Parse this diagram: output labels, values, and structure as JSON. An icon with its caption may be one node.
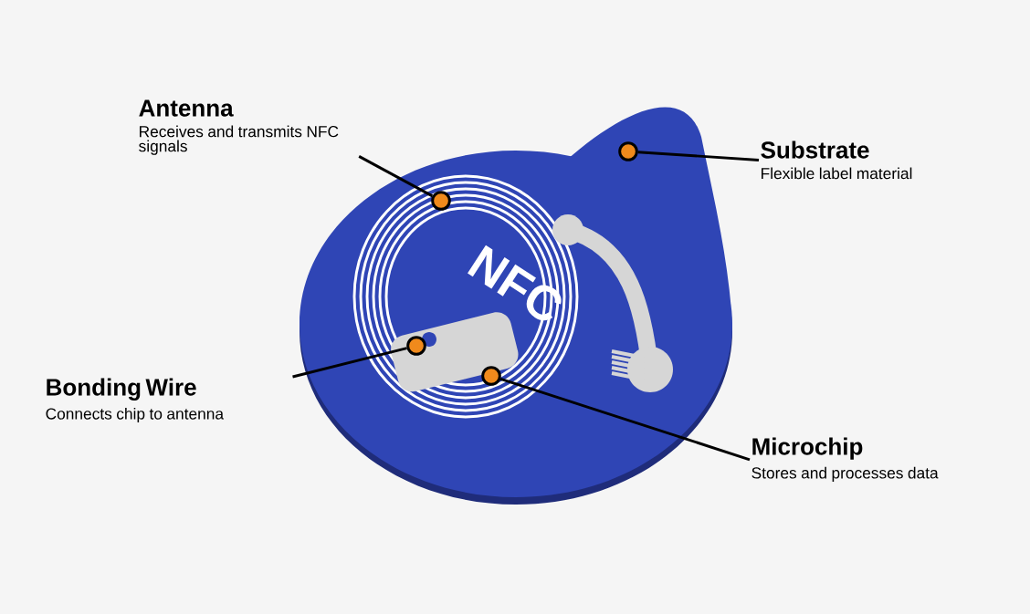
{
  "diagram": {
    "nodes": [
      {
        "text": [
          "Antenna",
          "Receives and transmits NFC signals"
        ]
      },
      {
        "text": [],
        "shape": "circle"
      },
      {
        "text": [
          "Substrate",
          "Flexible label material"
        ]
      },
      {
        "text": [],
        "shape": "circle"
      },
      {
        "text": [
          "Bonding Wire",
          "Connects chip to antenna"
        ]
      },
      {
        "text": [],
        "shape": "circle"
      },
      {
        "text": [
          "Microchip",
          "Stores and processes data"
        ]
      },
      {
        "text": [],
        "shape": "circle"
      }
    ],
    "edges": [
      {
        "from": 0,
        "to": 1,
        "arrow": "none"
      },
      {
        "from": 2,
        "to": 3,
        "arrow": "none"
      },
      {
        "from": 4,
        "to": 5,
        "arrow": "none"
      },
      {
        "from": 6,
        "to": 7,
        "arrow": "none"
      }
    ],
    "labels": [
      "NFC"
    ]
  }
}
